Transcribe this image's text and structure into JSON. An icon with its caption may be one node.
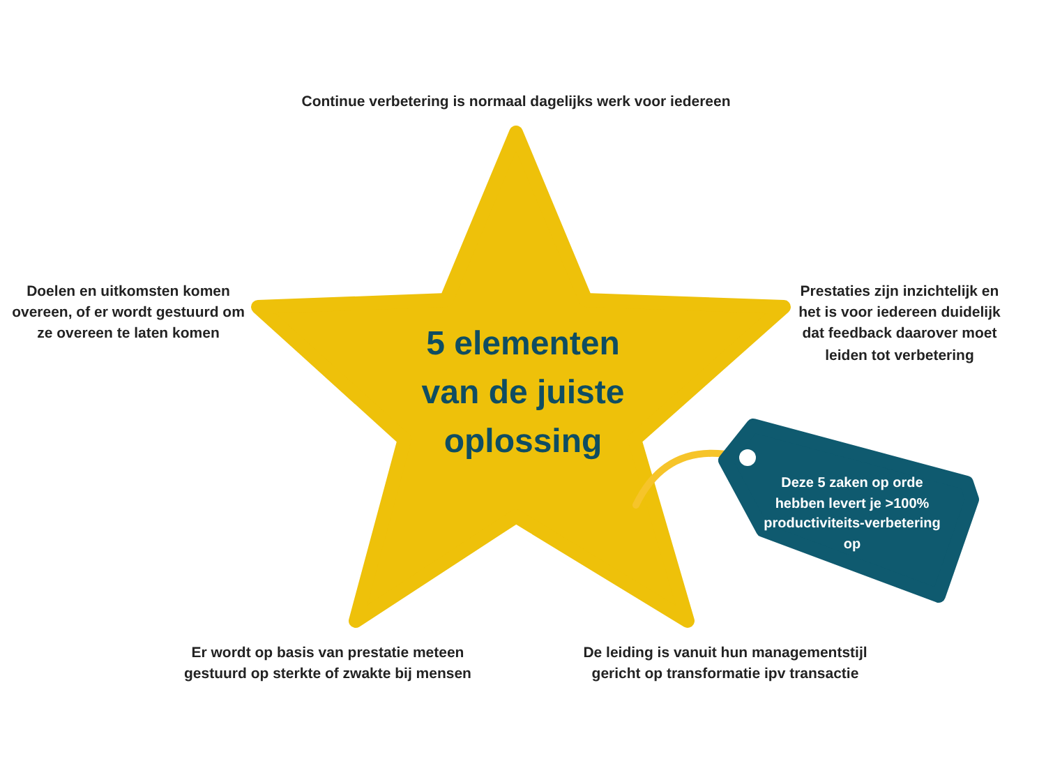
{
  "diagram": {
    "nodes": [
      {
        "text": [
          "5 elementen van de juiste oplossing"
        ]
      },
      {
        "text": [
          "Deze 5 zaken op orde hebben levert je >100% productiviteits-verbetering op"
        ]
      }
    ],
    "edges": [
      {
        "from": 1,
        "to": 0,
        "arrow": "none"
      }
    ],
    "labels": [
      "Continue verbetering is normaal dagelijks werk voor iedereen",
      "Doelen en uitkomsten komen overeen, of er wordt gestuurd om ze overeen te laten komen",
      "Prestaties zijn inzichtelijk en het is voor iedereen duidelijk dat feedback daarover moet leiden tot verbetering",
      "Er wordt op basis van prestatie meteen gestuurd op sterkte of zwakte bij mensen",
      "De leiding is vanuit hun managementstijl gericht op transformatie ipv transactie"
    ]
  }
}
